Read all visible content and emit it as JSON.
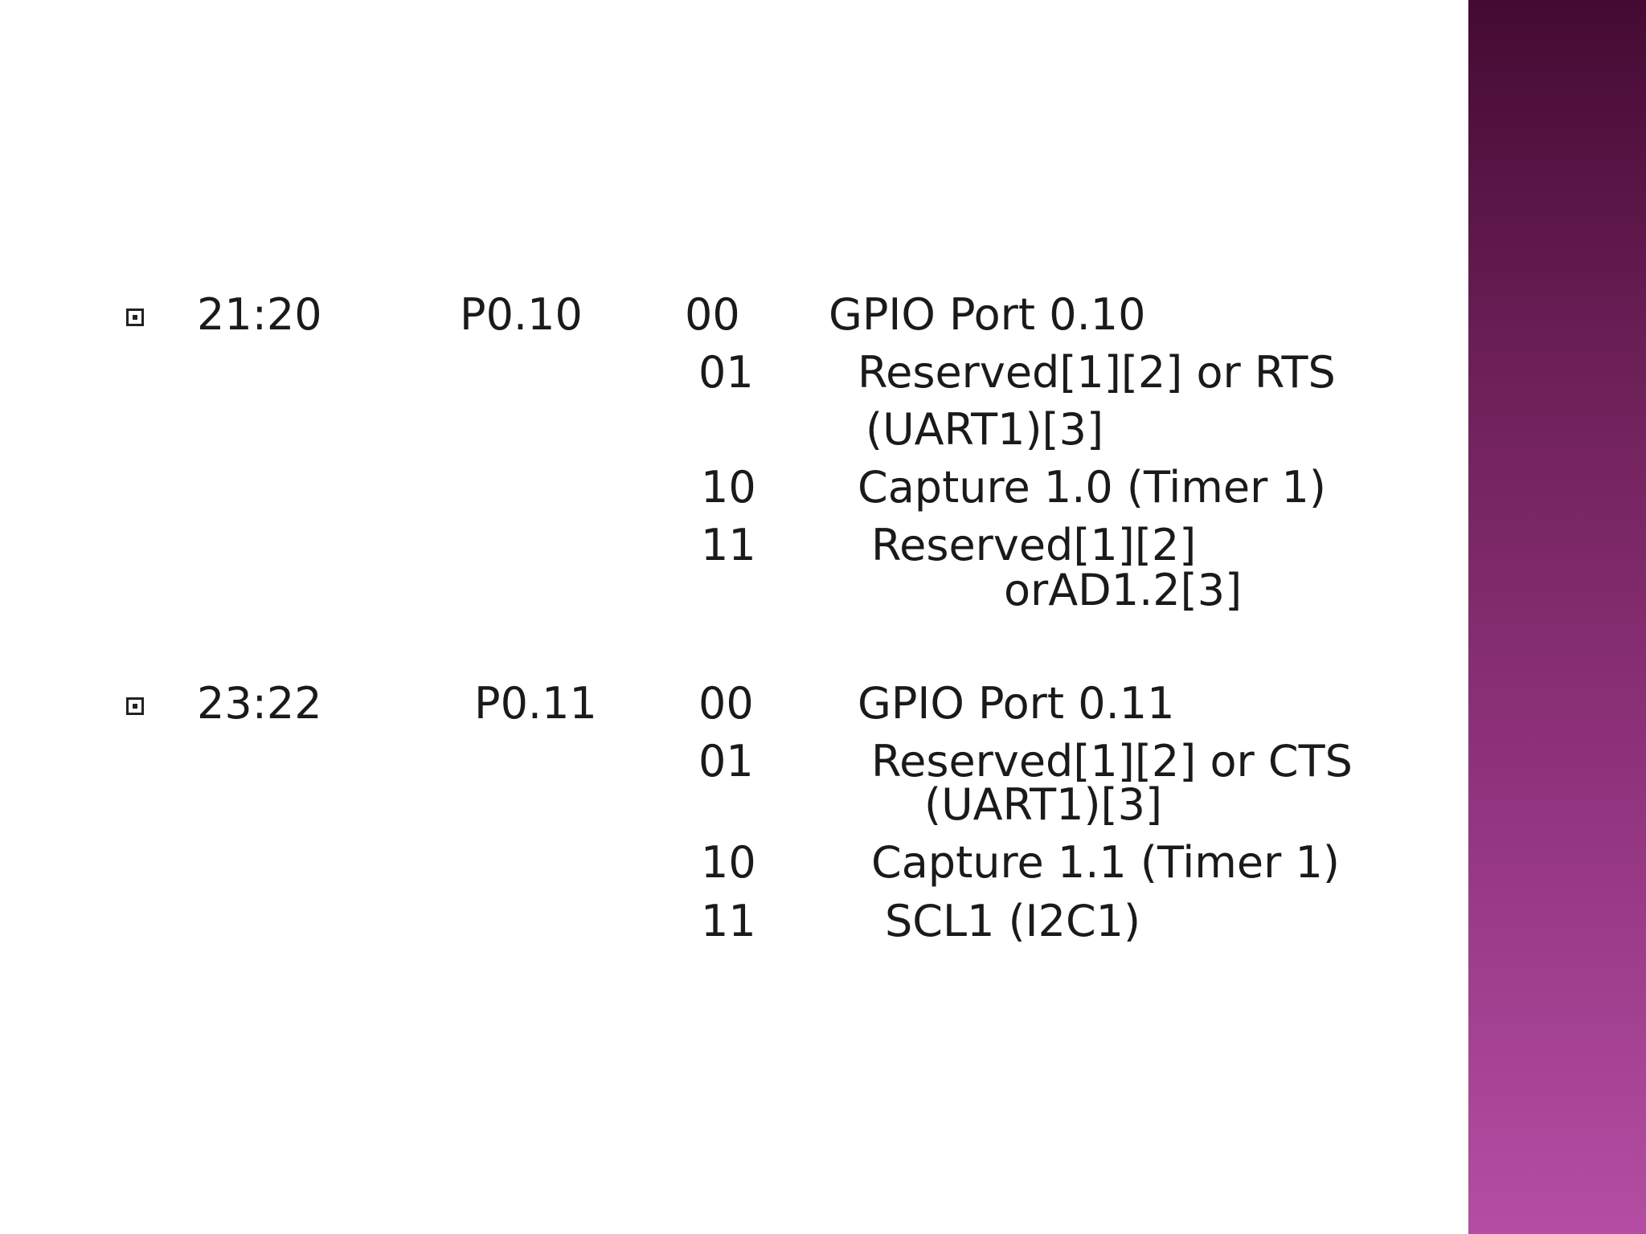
{
  "colors": {
    "band_top": "#440a33",
    "band_bottom": "#b44da3",
    "text": "#1a1a1a"
  },
  "entries": [
    {
      "bullet_icon": "square-bullet-icon",
      "bits": "21:20",
      "pin": "P0.10",
      "options": [
        {
          "code": "00",
          "function": "GPIO Port 0.10"
        },
        {
          "code": "01",
          "function": "Reserved[1][2] or RTS",
          "function_cont": "(UART1)[3]"
        },
        {
          "code": "10",
          "function": "Capture 1.0 (Timer 1)"
        },
        {
          "code": "11",
          "function": "Reserved[1][2]",
          "function_cont": "orAD1.2[3]"
        }
      ]
    },
    {
      "bullet_icon": "square-bullet-icon",
      "bits": "23:22",
      "pin": "P0.11",
      "options": [
        {
          "code": "00",
          "function": "GPIO Port 0.11"
        },
        {
          "code": "01",
          "function": "Reserved[1][2] or CTS",
          "function_cont": "(UART1)[3]"
        },
        {
          "code": "10",
          "function": "Capture 1.1 (Timer 1)"
        },
        {
          "code": "11",
          "function": "SCL1 (I2C1)"
        }
      ]
    }
  ]
}
